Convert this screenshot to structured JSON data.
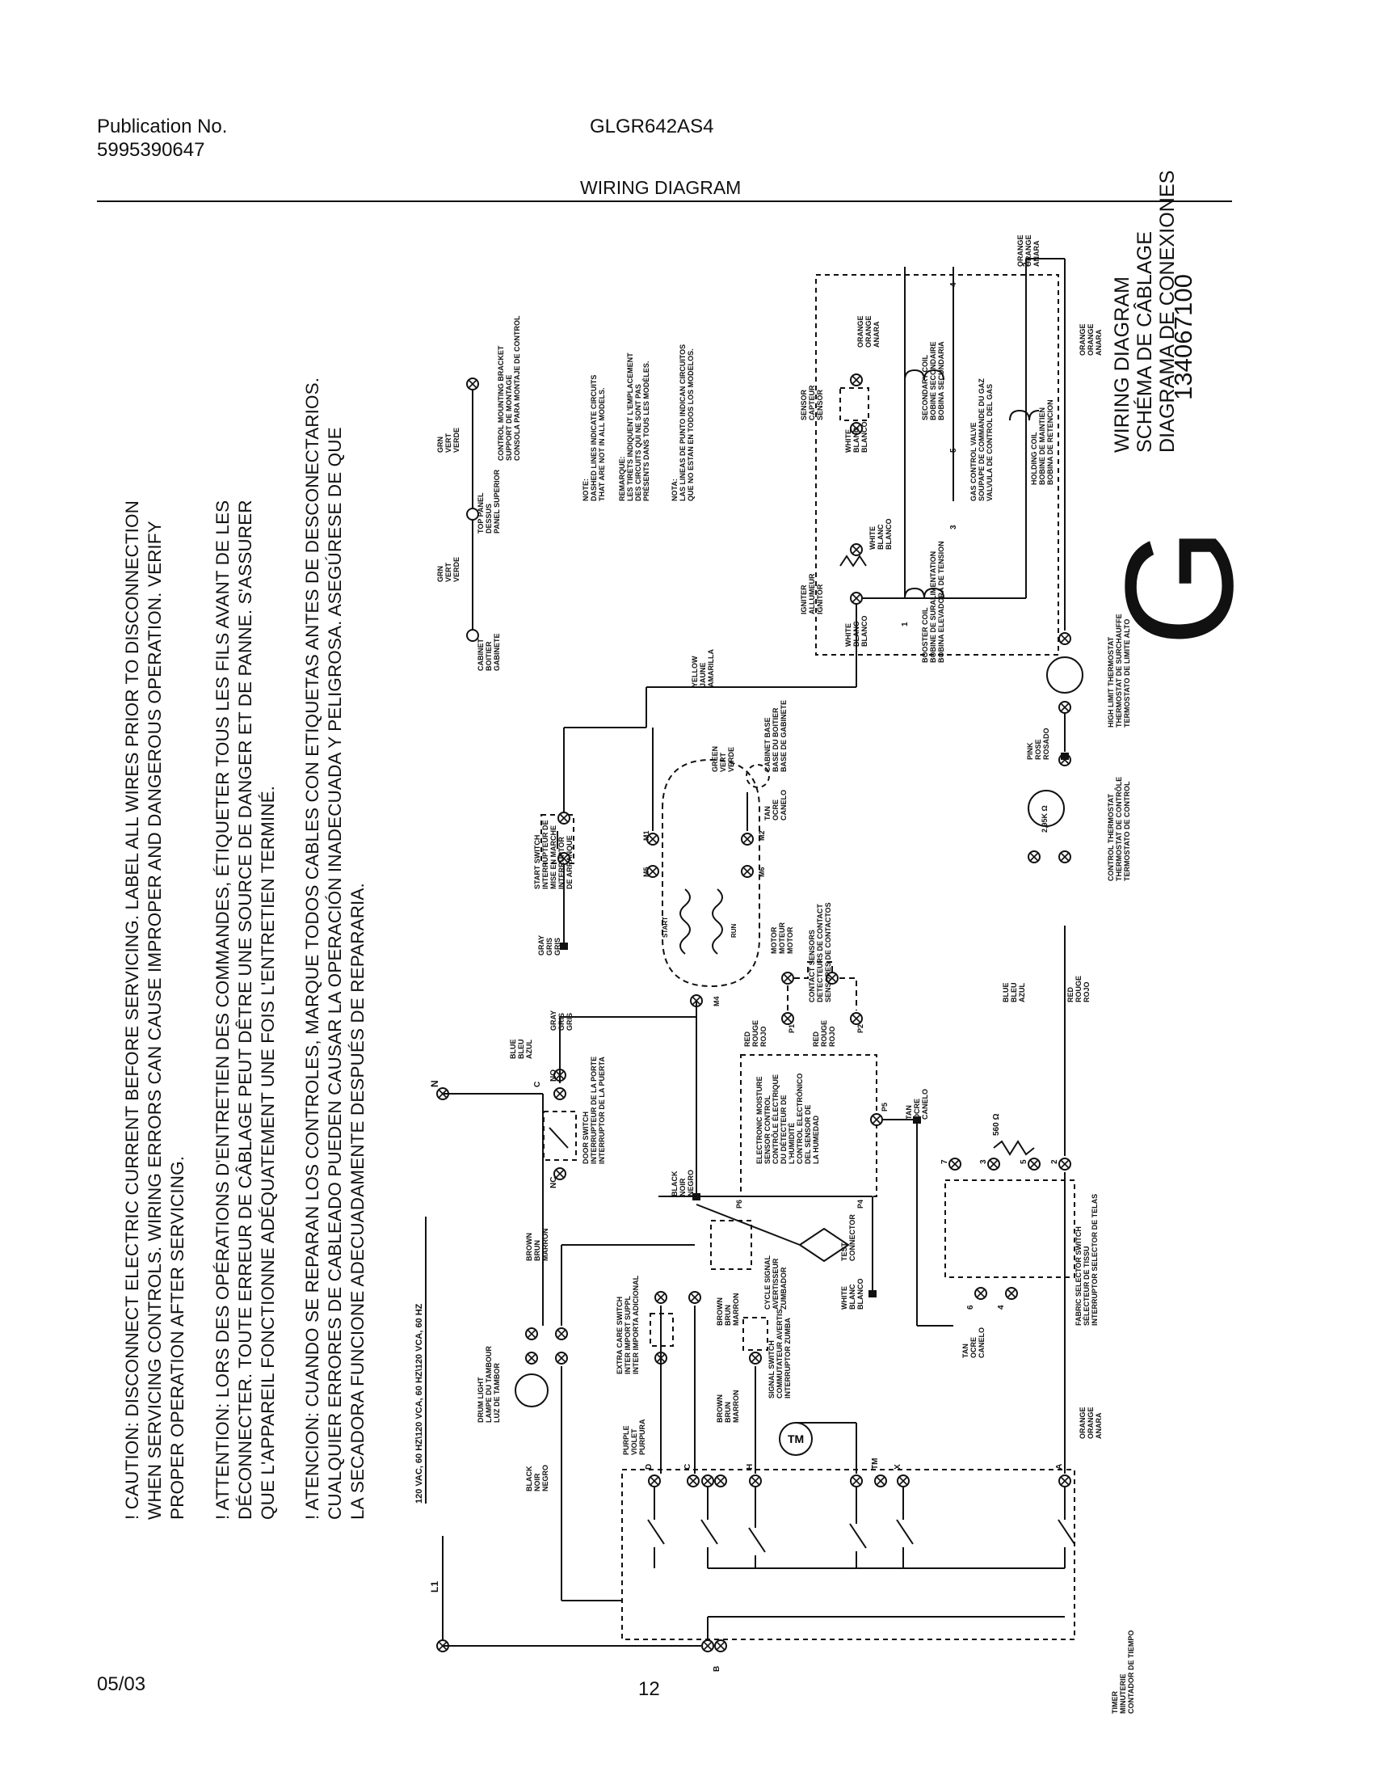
{
  "header": {
    "publication_label": "Publication No.",
    "publication_number": "5995390647",
    "model": "GLGR642AS4",
    "section_title": "WIRING DIAGRAM"
  },
  "footer": {
    "date": "05/03",
    "page": "12"
  },
  "warnings": {
    "english": [
      "! CAUTION: DISCONNECT ELECTRIC CURRENT BEFORE SERVICING. LABEL ALL WIRES PRIOR TO DISCONNECTION",
      "WHEN SERVICING CONTROLS. WIRING ERRORS CAN CAUSE IMPROPER AND DANGEROUS OPERATION. VERIFY",
      "PROPER OPERATION AFTER SERVICING."
    ],
    "french": [
      "! ATTENTION: LORS DES OPÉRATIONS D'ENTRETIEN DES COMMANDES, ÉTIQUETER TOUS LES FILS AVANT DE LES",
      "DÉCONNECTER. TOUTE ERREUR DE CÂBLAGE PEUT DÊTRE UNE SOURCE DE DANGER ET DE PANNE. S'ASSURER",
      "QUE L'APPAREIL FONCTIONNE ADÉQUATEMENT UNE FOIS L'ENTRETIEN TERMINÉ."
    ],
    "spanish": [
      "! ATENCION: CUANDO SE REPARAN LOS CONTROLES, MARQUE TODOS CABLES CON ETIQUETAS ANTES DE DESCONECTARIOS.",
      "CUALQUIER ERRORES DE CABLEADO PUEDEN CAUSAR LA OPERACIÓN INADECUADA Y PELIGROSA. ASEGÚRESE DE QUE",
      "LA SECADORA FUNCIONE ADECUADAMENTE DESPUÉS DE REPARARIA."
    ]
  },
  "diagram_title": {
    "lines": [
      "WIRING DIAGRAM",
      "SCHÉMA DE CÂBLAGE",
      "DIAGRAMA DE CONEXIONES"
    ],
    "part_number": "134067100",
    "logo_letter": "G"
  },
  "supply": {
    "voltage": "120 VAC, 60 HZ\\120 VCA, 60 HZ\\120 VCA, 60 HZ",
    "l1": "L1",
    "n": "N"
  },
  "notes": {
    "english": [
      "NOTE:",
      "DASHED LINES INDICATE CIRCUITS",
      "THAT ARE NOT IN ALL MODELS."
    ],
    "french": [
      "REMARQUE:",
      "LES TIRETS INDIQUENT L'EMPLACEMENT",
      "DES CIRCUITS QUI NE SONT PAS",
      "PRÉSENTS DANS TOUS LES MODÈLES."
    ],
    "spanish": [
      "NOTA:",
      "LAS LINEAS DE PUNTO INDICAN CIRCUITOS",
      "QUE NO ESTAN EN TODOS LOS MODELOS."
    ]
  },
  "components": {
    "cabinet": [
      "CABINET",
      "BOITIER",
      "GABINETE"
    ],
    "top_panel": [
      "TOP PANEL",
      "DESSUS",
      "PANEL SUPERIOR"
    ],
    "control_bracket": [
      "CONTROL MOUNTING BRACKET",
      "SUPPORT DE MONTAGE",
      "CONSOLA PARA MONTAJE DE CONTROL"
    ],
    "start_switch": [
      "START SWITCH",
      "INTERRUPTEUR DE",
      "MISE EN MARCHE",
      "INTERRUPTOR",
      "DE ARRANQUE"
    ],
    "door_switch": [
      "DOOR SWITCH",
      "INTERRUPTEUR DE LA PORTE",
      "INTERRUPTOR DE LA PUERTA"
    ],
    "drum_light": [
      "DRUM LIGHT",
      "LAMPE DU TAMBOUR",
      "LUZ DE TAMBOR"
    ],
    "motor": [
      "MOTOR",
      "MOTEUR",
      "MOTOR"
    ],
    "cabinet_base": [
      "CABINET BASE",
      "BASE DU BOITIER",
      "BASE DE GABINETE"
    ],
    "contact_sensors": [
      "CONTACT SENSORS",
      "DETECTEURS DE CONTACT",
      "SENSORES DE CONTACTOS"
    ],
    "moisture_control": [
      "ELECTRONIC MOISTURE",
      "SENSOR CONTROL",
      "CONTRÔLE ÉLECTRIQUE",
      "DU DÉTECTEUR DE",
      "L'HUMIDITÉ",
      "CONTROL ELECTRÓNICO",
      "DEL SENSOR DE",
      "LA HUMEDAD"
    ],
    "test_connector": [
      "TEST",
      "CONNECTOR"
    ],
    "cycle_signal": [
      "CYCLE SIGNAL",
      "AVERTISSEUR",
      "ZUMBADOR"
    ],
    "extra_care": [
      "EXTRA CARE SWITCH",
      "INTER IMPORT SUPPL",
      "INTER IMPORTA ADICIONAL"
    ],
    "signal_switch": [
      "SIGNAL SWITCH",
      "COMMUTATEUR AVERTIS",
      "INTERRUPTOR ZUMBA"
    ],
    "timer": [
      "TIMER",
      "MINUTERIE",
      "CONTADOR DE TIEMPO"
    ],
    "fabric_selector": [
      "FABRIC SELECTOR SWITCH",
      "SÉLECTEUR DE TISSU",
      "INTERRUPTOR SELECTOR DE TELAS"
    ],
    "control_thermostat": [
      "CONTROL THERMOSTAT",
      "THERMOSTAT DE CONTRÔLE",
      "TERMOSTATO DE CONTROL"
    ],
    "high_limit": [
      "HIGH LIMIT THERMOSTAT",
      "THERMOSTAT DE SURCHAUFFE",
      "TERMOSTATO DE LIMITE ALTO"
    ],
    "gas_valve": [
      "GAS CONTROL VALVE",
      "SOUPAPE DE COMMANDE DU GAZ",
      "VALVULA DE CONTROL DEL GAS"
    ],
    "igniter": [
      "IGNITER",
      "ALLUMEUR",
      "IGNITOR"
    ],
    "sensor": [
      "SENSOR",
      "CAPTEUR",
      "SENSOR"
    ],
    "booster_coil": [
      "BOOSTER COIL",
      "BOBINE DE SURALIMENTATION",
      "BOBINA ELEVADORA DE TENSION"
    ],
    "secondary_coil": [
      "SECONDARY COIL",
      "BOBINE SECONDAIRE",
      "BOBINA SECUNDARIA"
    ],
    "holding_coil": [
      "HOLDING COIL",
      "BOBINE DE MAINTIEN",
      "BOBINA DE RETENCION"
    ],
    "resistor": "560 Ω",
    "thermostat_rating": "2,95K Ω"
  },
  "wire_colors": {
    "black": [
      "BLACK",
      "NOIR",
      "NEGRO"
    ],
    "red": [
      "RED",
      "ROUGE",
      "ROJO"
    ],
    "blue": [
      "BLUE",
      "BLEU",
      "AZUL"
    ],
    "gray": [
      "GRAY",
      "GRIS",
      "GRIS"
    ],
    "brown": [
      "BROWN",
      "BRUN",
      "MARRON"
    ],
    "purple": [
      "PURPLE",
      "VIOLET",
      "PURPURA"
    ],
    "white": [
      "WHITE",
      "BLANC",
      "BLANCO"
    ],
    "tan": [
      "TAN",
      "OCRE",
      "CANELO"
    ],
    "green": [
      "GREEN",
      "VERT",
      "VERDE"
    ],
    "grn": [
      "GRN",
      "VERT",
      "VERDE"
    ],
    "pink": [
      "PINK",
      "ROSE",
      "ROSADO"
    ],
    "orange": [
      "ORANGE",
      "ORANGE",
      "ANARA"
    ],
    "yellow": [
      "YELLOW",
      "JAUNE",
      "AMARILLA"
    ]
  },
  "terminals": [
    "M1",
    "M2",
    "M4",
    "M5",
    "M6",
    "P1",
    "P2",
    "P3",
    "P4",
    "P5",
    "P6",
    "NO",
    "NC",
    "C",
    "B",
    "A",
    "X",
    "TM",
    "H",
    "D",
    "1",
    "2",
    "3",
    "4",
    "5",
    "6",
    "7"
  ]
}
